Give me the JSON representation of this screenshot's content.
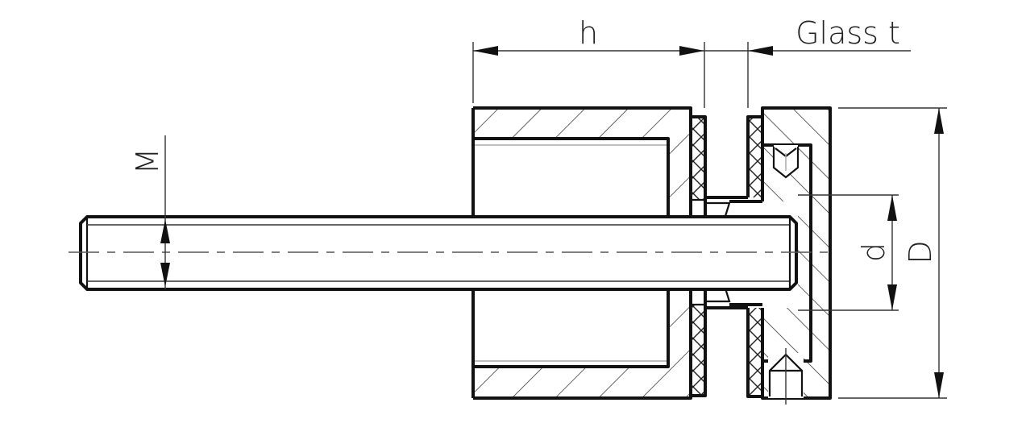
{
  "diagram": {
    "title": "Glass standoff / clamp cross-section",
    "type": "technical-drawing",
    "line_color": "#111111",
    "background": "#ffffff"
  },
  "dimensions": {
    "h": {
      "label": "h"
    },
    "glass_t": {
      "label": "Glass t"
    },
    "M": {
      "label": "M"
    },
    "d": {
      "label": "d"
    },
    "D": {
      "label": "D"
    }
  },
  "parts": [
    {
      "name": "threaded-rod",
      "description": "Threaded stud with chamfered end"
    },
    {
      "name": "barrel-body",
      "description": "Hollow cylindrical barrel (sectioned)"
    },
    {
      "name": "inner-gasket",
      "description": "Gasket on barrel side of glass"
    },
    {
      "name": "outer-gasket",
      "description": "Gasket on cap side of glass"
    },
    {
      "name": "cap-head",
      "description": "Outer disc cap (sectioned)"
    },
    {
      "name": "set-screw-top",
      "description": "Grub screw in cap, upper"
    },
    {
      "name": "set-screw-bottom",
      "description": "Grub screw in cap, lower"
    }
  ]
}
